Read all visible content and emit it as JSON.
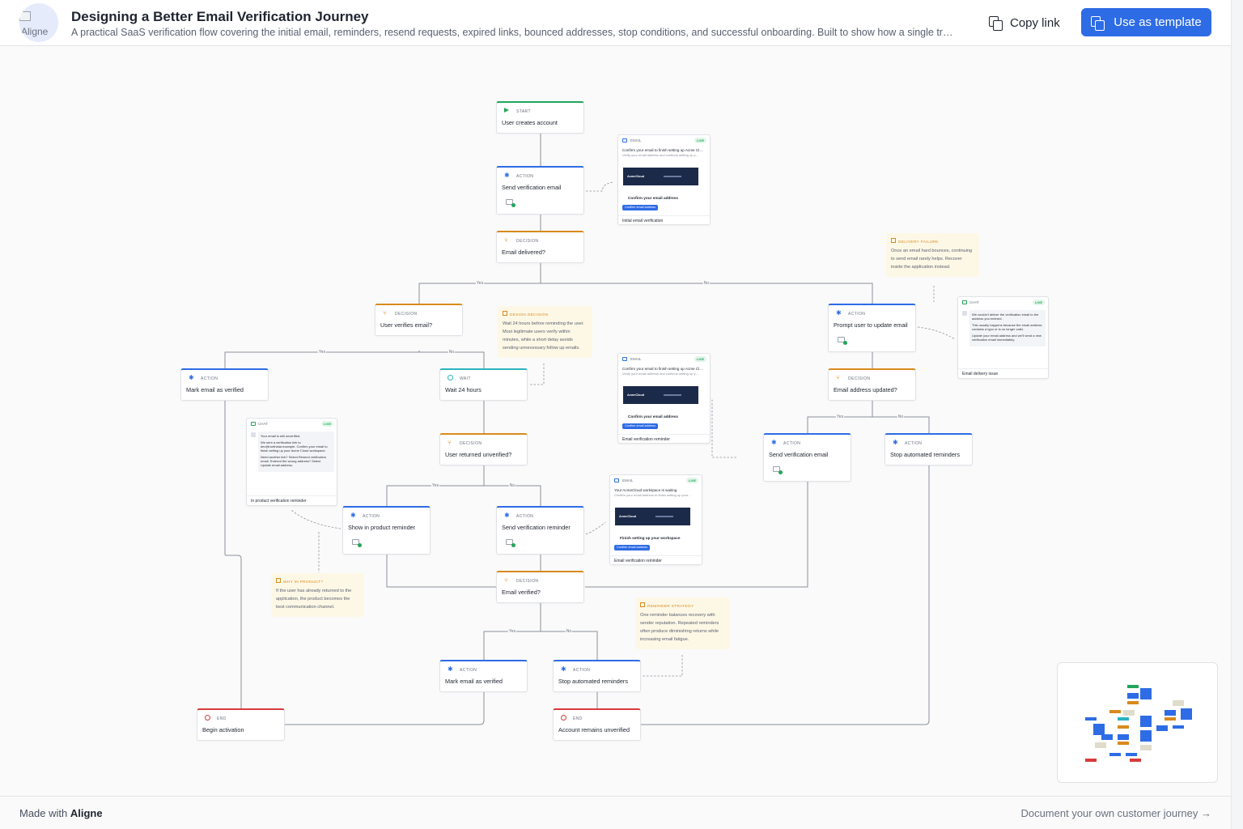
{
  "header": {
    "logo_alt": "Aligne",
    "title": "Designing a Better Email Verification Journey",
    "subtitle": "A practical SaaS verification flow covering the initial email, reminders, resend requests, expired links, bounced addresses, stop conditions, and successful onboarding. Built to show how a single tr…",
    "copy_link": "Copy link",
    "use_template": "Use as template"
  },
  "nodes": {
    "start": {
      "kind": "START",
      "label": "User creates account"
    },
    "send_verif": {
      "kind": "ACTION",
      "label": "Send verification email"
    },
    "delivered": {
      "kind": "DECISION",
      "label": "Email delivered?"
    },
    "verifies": {
      "kind": "DECISION",
      "label": "User verifies email?"
    },
    "prompt_update": {
      "kind": "ACTION",
      "label": "Prompt user to update email"
    },
    "mark_verified_1": {
      "kind": "ACTION",
      "label": "Mark email as verified"
    },
    "wait": {
      "kind": "WAIT",
      "label": "Wait 24 hours"
    },
    "addr_updated": {
      "kind": "DECISION",
      "label": "Email address updated?"
    },
    "returned": {
      "kind": "DECISION",
      "label": "User returned unverified?"
    },
    "send_verif_2": {
      "kind": "ACTION",
      "label": "Send verification email"
    },
    "stop_1": {
      "kind": "ACTION",
      "label": "Stop automated reminders"
    },
    "show_inproduct": {
      "kind": "ACTION",
      "label": "Show in product reminder"
    },
    "send_reminder": {
      "kind": "ACTION",
      "label": "Send verification reminder"
    },
    "verified": {
      "kind": "DECISION",
      "label": "Email verified?"
    },
    "mark_verified_2": {
      "kind": "ACTION",
      "label": "Mark email as verified"
    },
    "stop_2": {
      "kind": "ACTION",
      "label": "Stop automated reminders"
    },
    "begin_activation": {
      "kind": "END",
      "label": "Begin activation"
    },
    "remains_unverified": {
      "kind": "END",
      "label": "Account remains unverified"
    }
  },
  "edge_labels": {
    "yes": "Yes",
    "no": "No"
  },
  "emails": {
    "initial": {
      "tag": "EMAIL",
      "live": "LIVE",
      "subject": "Confirm your email to finish setting up Acme Cl…",
      "preheader": "Verify your email address and continue setting up y…",
      "brand": "AcmeCloud",
      "heading": "Confirm your email address",
      "button": "Confirm email address",
      "caption": "Initial email verification"
    },
    "reminder": {
      "tag": "EMAIL",
      "live": "LIVE",
      "subject": "Confirm your email to finish setting up Acme Cl…",
      "preheader": "Verify your email address and continue setting up y…",
      "brand": "AcmeCloud",
      "heading": "Confirm your email address",
      "button": "Confirm email address",
      "caption": "Email verification reminder"
    },
    "workspace": {
      "tag": "EMAIL",
      "live": "LIVE",
      "subject": "Your AcmeCloud workspace is waiting",
      "preheader": "Confirm your email address to finish setting up your…",
      "brand": "AcmeCloud",
      "heading": "Finish setting up your workspace",
      "button": "Confirm email address",
      "caption": "Email verification reminder"
    }
  },
  "chats": {
    "inproduct": {
      "tag": "CHAT",
      "live": "LIVE",
      "p1": "Your email is still unverified.",
      "p2": "We sent a verification link to dev@northstar.example. Confirm your email to finish setting up your Acme Cloud workspace.",
      "p3": "Need another link? Select Resend verification email. Entered the wrong address? Select Update email address.",
      "caption": "In product verification reminder"
    },
    "delivery": {
      "tag": "CHAT",
      "live": "LIVE",
      "p1": "We couldn't deliver the verification email to the address you entered.",
      "p2": "This usually happens because the email address contains a typo or is no longer valid.",
      "p3": "Update your email address and we'll send a new verification email immediately.",
      "caption": "Email delivery issue"
    }
  },
  "notes": {
    "delivery_failure": {
      "title": "DELIVERY FAILURE",
      "text": "Once an email hard bounces, continuing to send email rarely helps. Recover inside the application instead."
    },
    "design_decision": {
      "title": "DESIGN DECISION",
      "text": "Wait 24 hours before reminding the user. Most legitimate users verify within minutes, while a short delay avoids sending unnecessary follow up emails."
    },
    "why_in_product": {
      "title": "WHY IN PRODUCT?",
      "text": "If the user has already returned to the application, the product becomes the best communication channel."
    },
    "reminder_strategy": {
      "title": "REMINDER STRATEGY",
      "text": "One reminder balances recovery with sender reputation. Repeated reminders often produce diminishing returns while increasing email fatigue."
    }
  },
  "footer": {
    "made_with": "Made with",
    "brand": "Aligne",
    "cta": "Document your own customer journey →"
  },
  "colors": {
    "accent": "#2e6ce5",
    "start": "#22a55a",
    "decision": "#d98a1d",
    "wait": "#2bb3c0",
    "end": "#d83b3b",
    "note": "#fdf8e6"
  }
}
